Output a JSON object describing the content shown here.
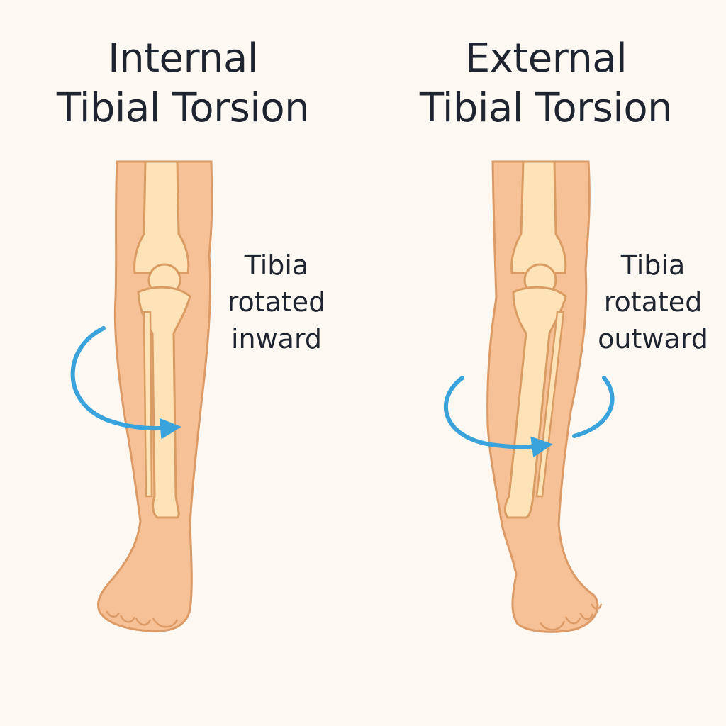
{
  "panels": [
    {
      "title_lines": [
        "Internal",
        "Tibial Torsion"
      ],
      "caption_lines": [
        "Tibia",
        "rotated",
        "inward"
      ]
    },
    {
      "title_lines": [
        "External",
        "Tibial Torsion"
      ],
      "caption_lines": [
        "Tibia",
        "rotated",
        "outward"
      ]
    }
  ],
  "colors": {
    "background": "#fdf8f1",
    "skin": "#f6c196",
    "skin_outline": "#dc9a66",
    "bone": "#fde3b7",
    "bone_outline": "#d99c63",
    "arrow": "#3ba3dc",
    "text": "#1e2430"
  }
}
